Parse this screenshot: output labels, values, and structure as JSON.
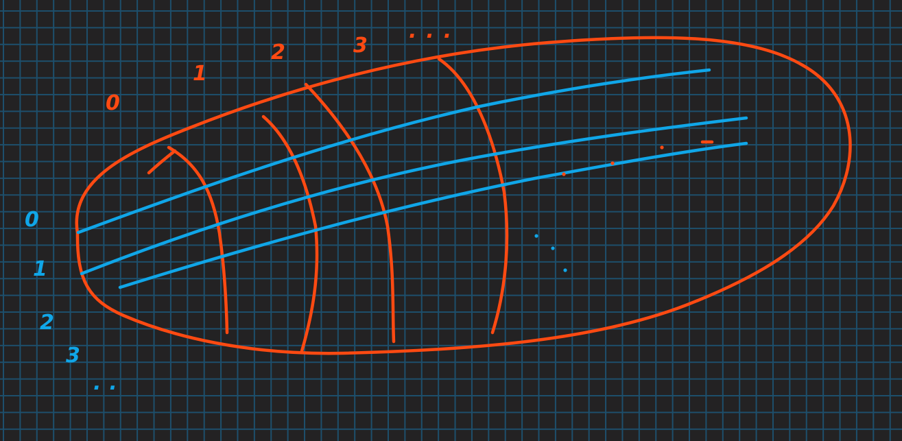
{
  "colors": {
    "background": "#232223",
    "grid": "#1d4f6c",
    "orange": "#ff4a12",
    "blue": "#10a6e8"
  },
  "top_labels": [
    "0",
    "1",
    "2",
    "3"
  ],
  "top_ellipsis": "...",
  "side_labels": [
    "0",
    "1",
    "2",
    "3"
  ],
  "side_ellipsis": ".."
}
